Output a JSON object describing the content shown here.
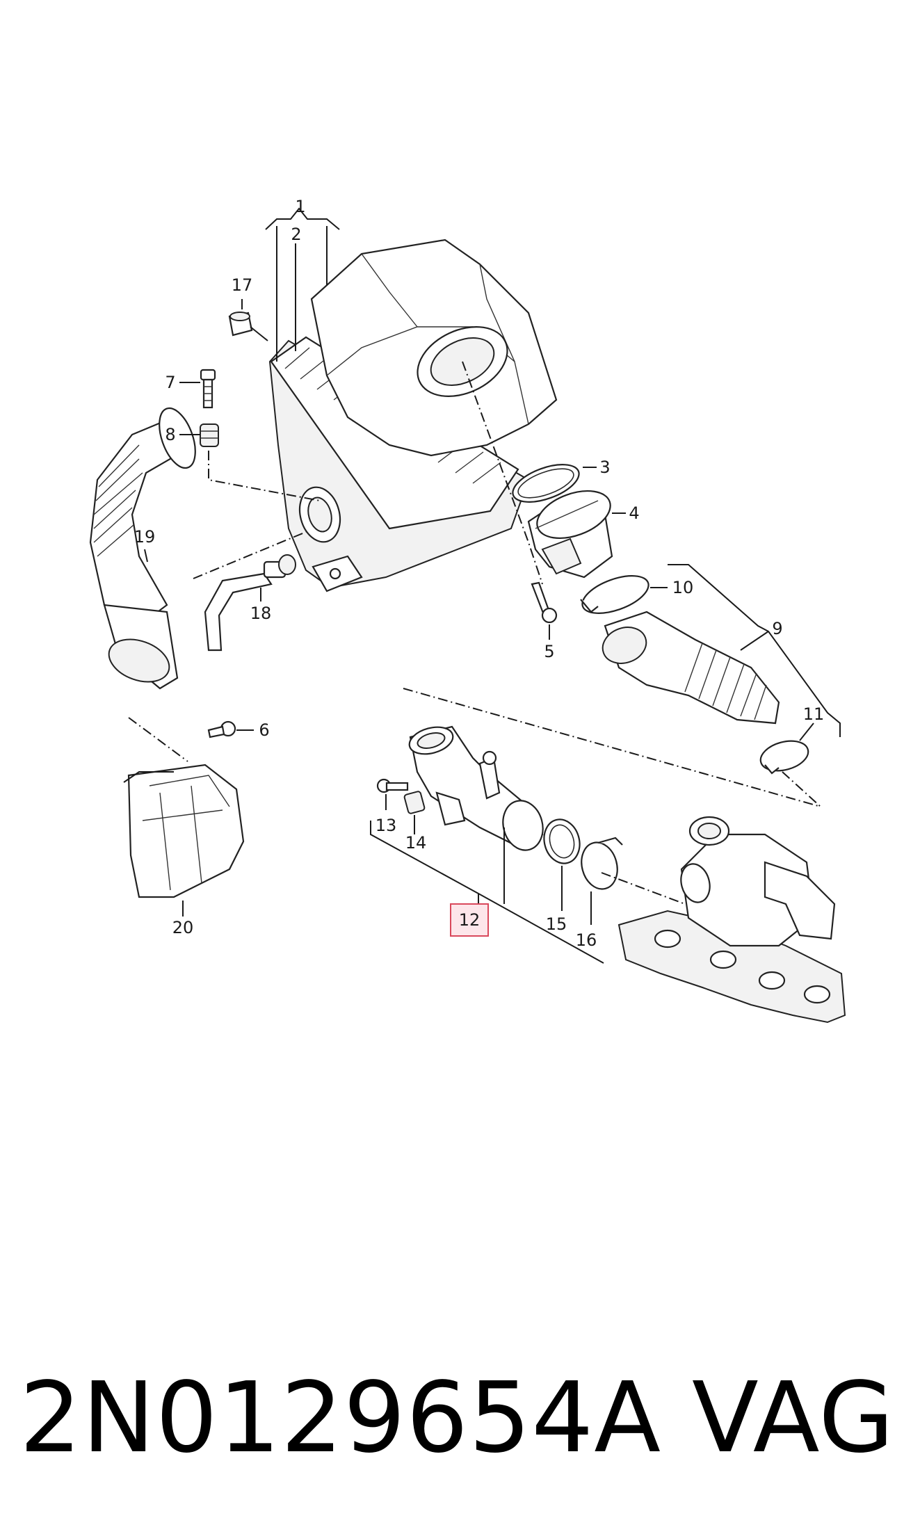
{
  "callouts": {
    "c1": "1",
    "c2": "2",
    "c3": "3",
    "c4": "4",
    "c5": "5",
    "c6": "6",
    "c7": "7",
    "c8": "8",
    "c9": "9",
    "c10": "10",
    "c11": "11",
    "c12": "12",
    "c13": "13",
    "c14": "14",
    "c15": "15",
    "c16": "16",
    "c17": "17",
    "c18": "18",
    "c19": "19",
    "c20": "20"
  },
  "highlighted_callout": "12",
  "footer": {
    "part_number": "2N0129654A",
    "brand": "VAG"
  },
  "colors": {
    "line": "#1a1a1a",
    "highlight_fill": "#fde6ea",
    "highlight_stroke": "#d9485b"
  }
}
